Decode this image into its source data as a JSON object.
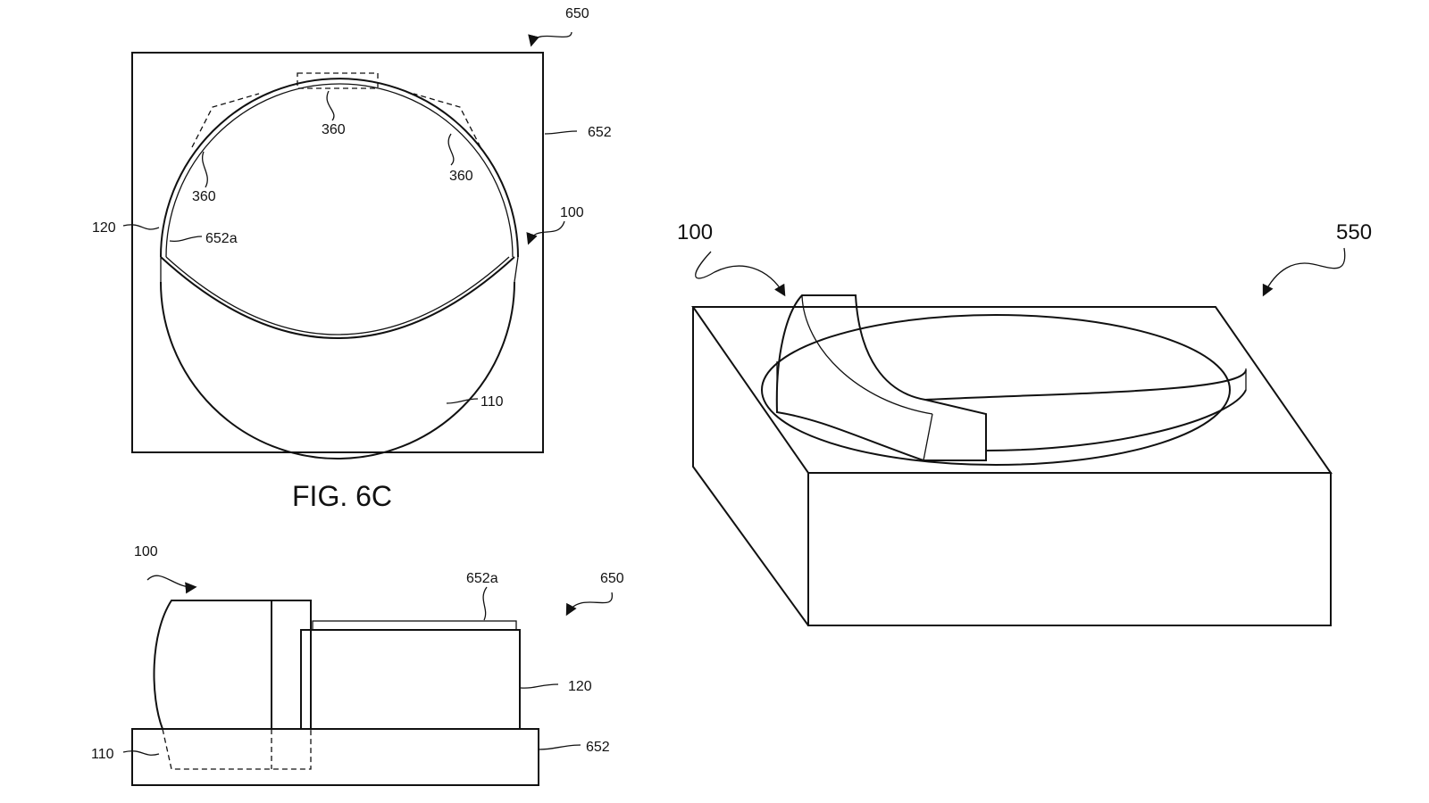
{
  "fig_6c": {
    "caption": "FIG. 6C",
    "labels": {
      "ref_650": "650",
      "ref_652": "652",
      "ref_360_top": "360",
      "ref_360_left": "360",
      "ref_360_right": "360",
      "ref_120": "120",
      "ref_652a": "652a",
      "ref_100": "100",
      "ref_110": "110"
    }
  },
  "side_view": {
    "labels": {
      "ref_100": "100",
      "ref_652a": "652a",
      "ref_650": "650",
      "ref_120": "120",
      "ref_652": "652",
      "ref_110": "110"
    }
  },
  "iso_view": {
    "labels": {
      "ref_100": "100",
      "ref_550": "550"
    }
  }
}
